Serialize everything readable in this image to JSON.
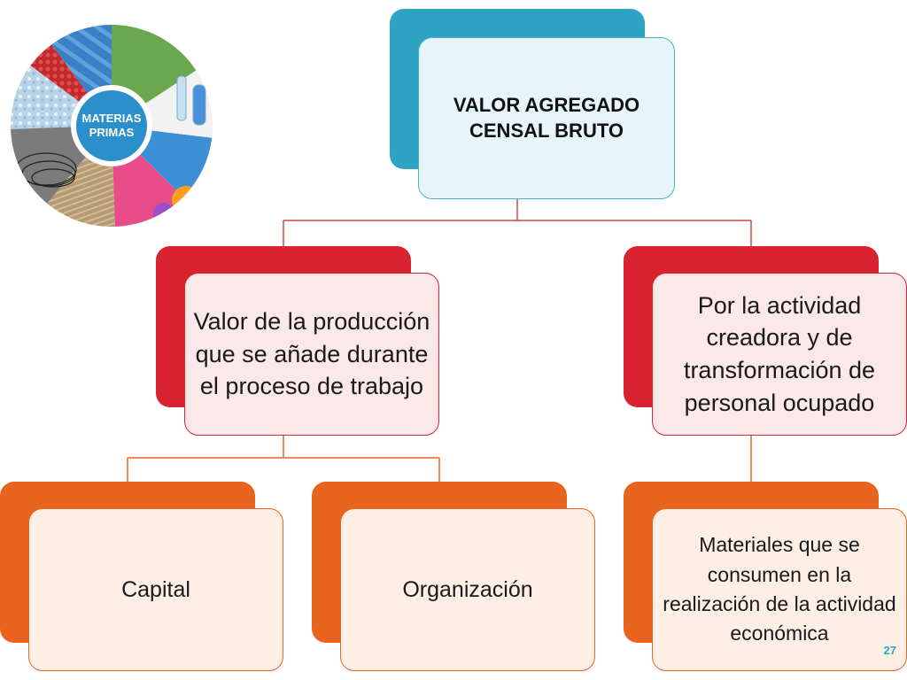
{
  "image": {
    "badge_line1": "MATERIAS",
    "badge_line2": "PRIMAS"
  },
  "diagram": {
    "root": {
      "text": "VALOR AGREGADO CENSAL BRUTO"
    },
    "left": {
      "text": "Valor de la producción que se añade durante el proceso de trabajo"
    },
    "right": {
      "text": "Por la actividad creadora y de transformación de personal ocupado"
    },
    "left_children": [
      {
        "text": "Capital"
      },
      {
        "text": "Organización"
      }
    ],
    "right_children": [
      {
        "text": "Materiales que se consumen en la realización de la actividad económica"
      }
    ]
  },
  "colors": {
    "root": "#2ea3c3",
    "level2": "#d8232f",
    "level3": "#e8641f"
  },
  "slide_number": "27"
}
